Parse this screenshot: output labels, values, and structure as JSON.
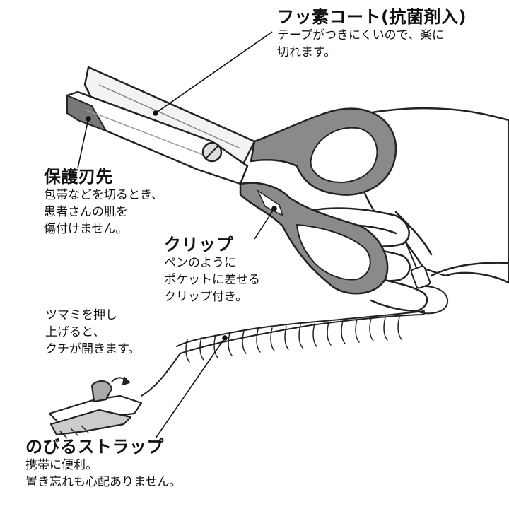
{
  "coating": {
    "title": "フッ素コート(抗菌剤入)",
    "lines": [
      "テープがつきにくいので、楽に",
      "切れます。"
    ]
  },
  "blade_tip": {
    "title": "保護刃先",
    "lines": [
      "包帯などを切るとき、",
      "患者さんの肌を",
      "傷付けません。"
    ]
  },
  "clip": {
    "title": "クリップ",
    "lines": [
      "ペンのように",
      "ポケットに差せる",
      "クリップ付き。"
    ]
  },
  "knob": {
    "lines": [
      "ツマミを押し",
      "上げると、",
      "クチが開きます。"
    ]
  },
  "strap": {
    "title": "のびるストラップ",
    "lines": [
      "携帯に便利。",
      "置き忘れも心配ありません。"
    ]
  }
}
